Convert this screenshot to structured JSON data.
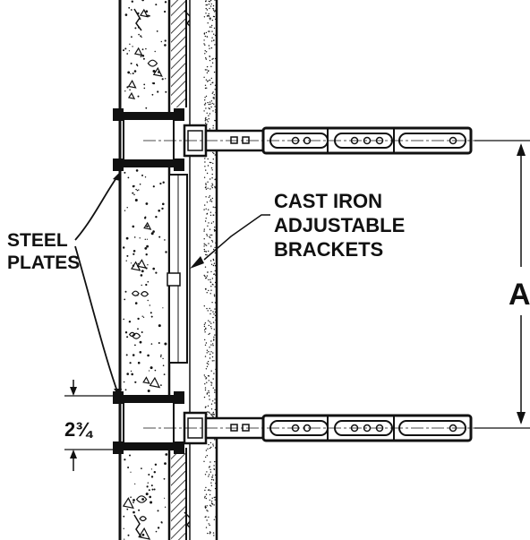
{
  "labels": {
    "steel_plates_line1": "STEEL",
    "steel_plates_line2": "PLATES",
    "brackets_line1": "CAST IRON",
    "brackets_line2": "ADJUSTABLE",
    "brackets_line3": "BRACKETS",
    "dimension_a": "A",
    "plate_height": "2¾"
  },
  "colors": {
    "ink": "#111111",
    "background": "#ffffff"
  }
}
